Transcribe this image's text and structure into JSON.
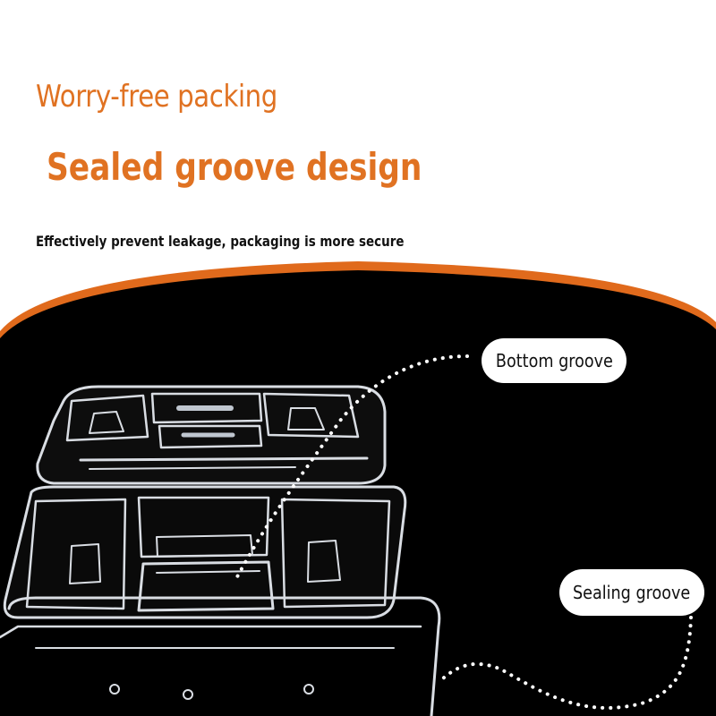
{
  "header": {
    "eyebrow": "Worry-free packing",
    "headline": "Sealed groove design",
    "subtext": "Effectively prevent leakage, packaging is more secure"
  },
  "callouts": {
    "bottom": "Bottom groove",
    "sealing": "Sealing groove"
  },
  "colors": {
    "accent": "#e07222",
    "background_dark": "#000000",
    "background_light": "#ffffff"
  },
  "product": {
    "description_icon": "clear-plastic-food-container-icon"
  }
}
